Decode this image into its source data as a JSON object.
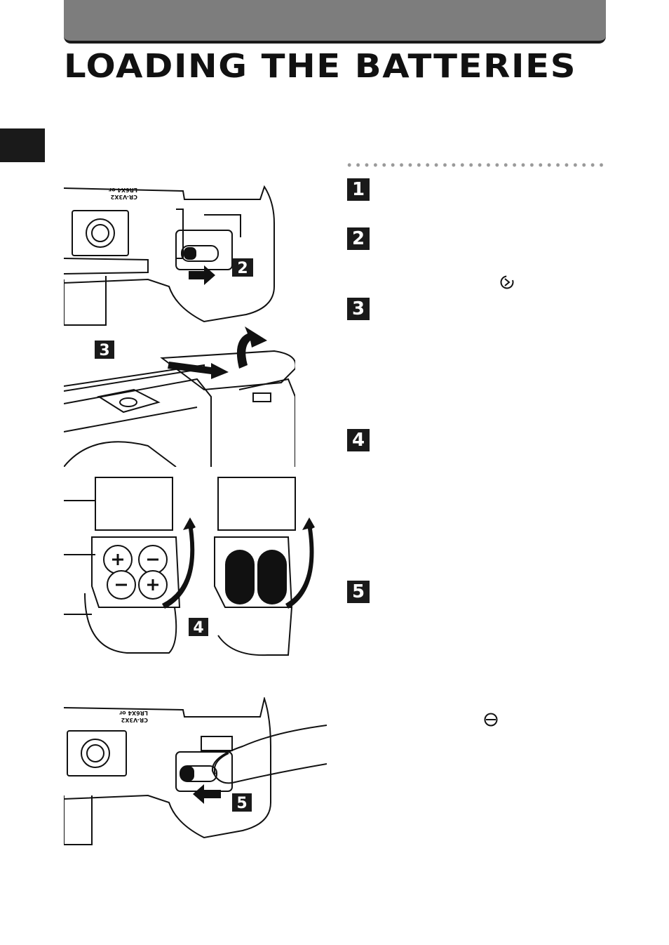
{
  "page": {
    "title": "LOADING THE BATTERIES"
  },
  "steps": [
    {
      "number": "1"
    },
    {
      "number": "2"
    },
    {
      "number": "3"
    },
    {
      "number": "4"
    },
    {
      "number": "5"
    }
  ],
  "figure_callouts": {
    "step2": "2",
    "step3": "3",
    "step4": "4",
    "step5": "5"
  },
  "battery_label": {
    "line1": "CR-V3X2",
    "line2": "LR6X4 or"
  },
  "icons": {
    "open_symbol": "battery-compartment-open-icon",
    "lock_symbol": "battery-compartment-lock-icon"
  }
}
